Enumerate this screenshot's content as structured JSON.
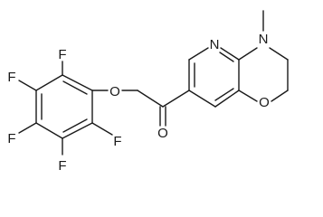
{
  "molecule": {
    "atoms": {
      "f_top": "F",
      "f_upper_left": "F",
      "f_lower_left": "F",
      "f_bottom": "F",
      "f_right": "F",
      "ester_o": "O",
      "carbonyl_o": "O",
      "ring_n": "N",
      "amine_n": "N",
      "ring_o": "O"
    }
  }
}
